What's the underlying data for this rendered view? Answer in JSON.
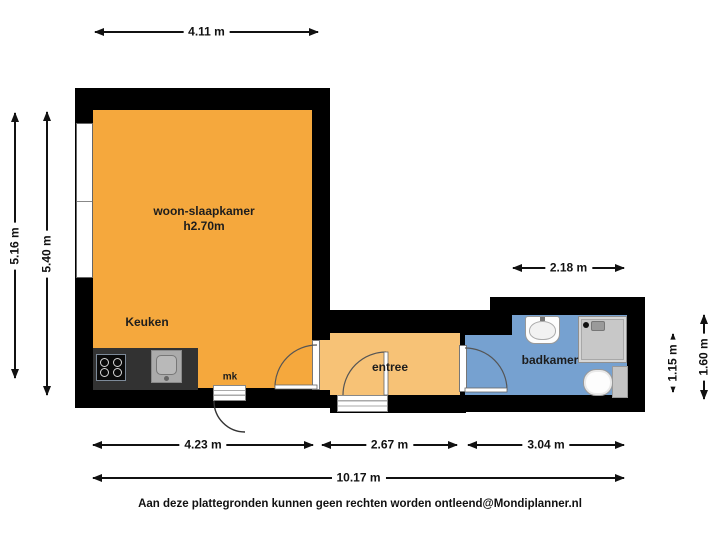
{
  "rooms": {
    "main": {
      "label": "woon-slaapkamer",
      "ceiling_height": "h2.70m"
    },
    "kitchen": {
      "label": "Keuken"
    },
    "meter_closet": {
      "label": "mk"
    },
    "entry": {
      "label": "entree"
    },
    "bathroom": {
      "label": "badkamer"
    }
  },
  "dimensions": {
    "top_width": "4.11 m",
    "left_inner_height": "5.16 m",
    "left_outer_height": "5.40 m",
    "bathroom_width": "2.18 m",
    "right_inner_height": "1.15 m",
    "right_outer_height": "1.60 m",
    "bottom_left": "4.23 m",
    "bottom_middle": "2.67 m",
    "bottom_right": "3.04 m",
    "bottom_total": "10.17 m"
  },
  "fixtures": {
    "stove": "stove-icon",
    "kitchen_sink": "kitchen-sink-icon",
    "bathroom_sink": "washbasin-icon",
    "shower": "shower-icon",
    "toilet": "toilet-icon",
    "window": "window-icon"
  },
  "colors": {
    "wall": "#000000",
    "room_main": "#f5a83d",
    "room_entry": "#f7c276",
    "room_bathroom": "#76a1d0"
  },
  "footer": {
    "disclaimer": "Aan deze plattegronden kunnen geen rechten worden ontleend@Mondiplanner.nl"
  }
}
